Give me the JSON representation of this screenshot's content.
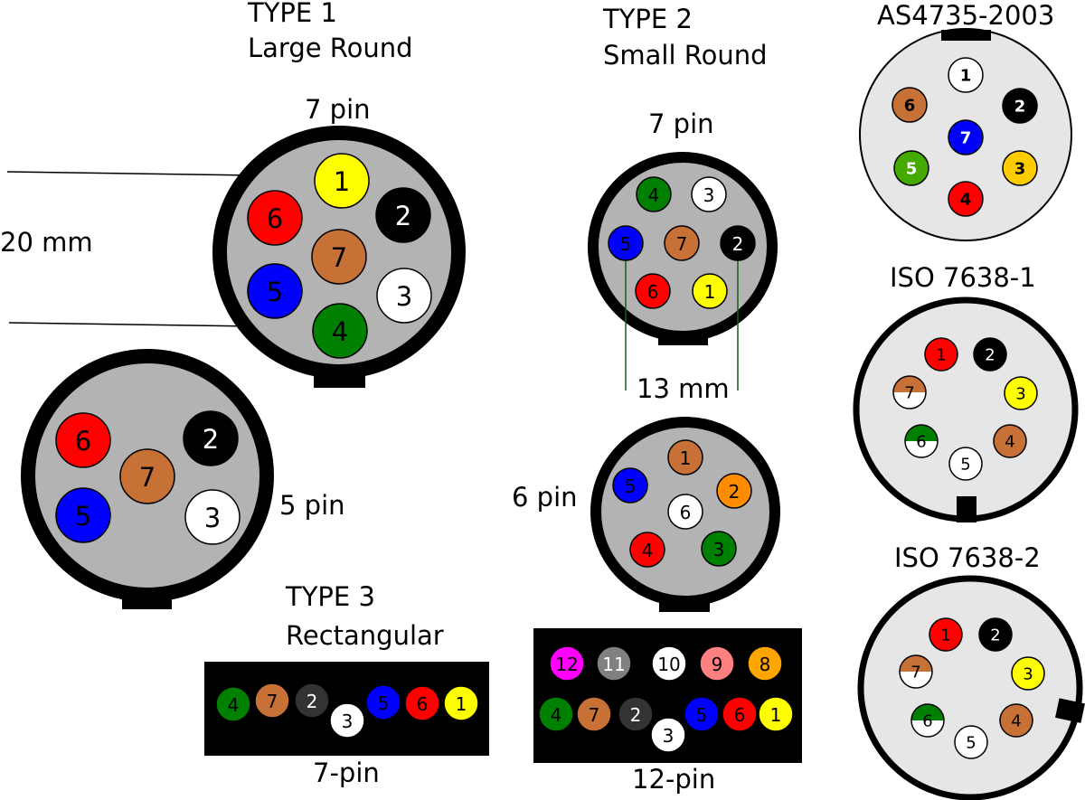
{
  "labels": {
    "type1_title": "TYPE 1",
    "type1_sub": "Large Round",
    "type2_title": "TYPE 2",
    "type2_sub": "Small Round",
    "type3_title": "TYPE 3",
    "type3_sub": "Rectangular",
    "as_title": "AS4735-2003",
    "iso1_title": "ISO 7638-1",
    "iso2_title": "ISO 7638-2",
    "lr7_caption": "7 pin",
    "lr5_caption": "5 pin",
    "sr7_caption": "7 pin",
    "sr6_caption": "6 pin",
    "dim_large": "20 mm",
    "dim_small": "13 mm",
    "rect7_caption": "7-pin",
    "rect12_caption": "12-pin"
  },
  "colors": {
    "yellow": "#ffff00",
    "black": "#000000",
    "white": "#ffffff",
    "red": "#ff0000",
    "blue": "#0000ff",
    "green": "#008000",
    "brown": "#c87137",
    "orange": "#ff8c00",
    "grey": "#808080",
    "darkgrey": "#333333",
    "magenta": "#ff00ff",
    "pink": "#ff8080",
    "amber": "#ffa500",
    "housing_grey": "#b3b3b3",
    "face_light": "#e6e6e6"
  },
  "connectors": {
    "lr7": {
      "pins": [
        {
          "n": "1",
          "color": "yellow"
        },
        {
          "n": "2",
          "color": "black"
        },
        {
          "n": "3",
          "color": "white"
        },
        {
          "n": "4",
          "color": "green"
        },
        {
          "n": "5",
          "color": "blue"
        },
        {
          "n": "6",
          "color": "red"
        },
        {
          "n": "7",
          "color": "brown"
        }
      ]
    },
    "lr5": {
      "pins": [
        {
          "n": "2",
          "color": "black"
        },
        {
          "n": "3",
          "color": "white"
        },
        {
          "n": "5",
          "color": "blue"
        },
        {
          "n": "6",
          "color": "red"
        },
        {
          "n": "7",
          "color": "brown"
        }
      ]
    },
    "sr7": {
      "pins": [
        {
          "n": "1",
          "color": "yellow"
        },
        {
          "n": "2",
          "color": "black"
        },
        {
          "n": "3",
          "color": "white"
        },
        {
          "n": "4",
          "color": "green"
        },
        {
          "n": "5",
          "color": "blue"
        },
        {
          "n": "6",
          "color": "red"
        },
        {
          "n": "7",
          "color": "brown"
        }
      ]
    },
    "sr6": {
      "pins": [
        {
          "n": "1",
          "color": "brown"
        },
        {
          "n": "2",
          "color": "orange"
        },
        {
          "n": "3",
          "color": "green"
        },
        {
          "n": "4",
          "color": "red"
        },
        {
          "n": "5",
          "color": "blue"
        },
        {
          "n": "6",
          "color": "white"
        }
      ]
    },
    "rect7": {
      "pins": [
        {
          "n": "4",
          "color": "green"
        },
        {
          "n": "7",
          "color": "brown"
        },
        {
          "n": "2",
          "color": "darkgrey"
        },
        {
          "n": "3",
          "color": "white"
        },
        {
          "n": "5",
          "color": "blue"
        },
        {
          "n": "6",
          "color": "red"
        },
        {
          "n": "1",
          "color": "yellow"
        }
      ]
    },
    "rect12": {
      "pins": [
        {
          "n": "12",
          "color": "magenta"
        },
        {
          "n": "11",
          "color": "grey"
        },
        {
          "n": "10",
          "color": "white"
        },
        {
          "n": "9",
          "color": "pink"
        },
        {
          "n": "8",
          "color": "amber"
        },
        {
          "n": "4",
          "color": "green"
        },
        {
          "n": "7",
          "color": "brown"
        },
        {
          "n": "2",
          "color": "darkgrey"
        },
        {
          "n": "3",
          "color": "white"
        },
        {
          "n": "5",
          "color": "blue"
        },
        {
          "n": "6",
          "color": "red"
        },
        {
          "n": "1",
          "color": "yellow"
        }
      ]
    },
    "as": {
      "pins": [
        {
          "n": "1",
          "color": "white"
        },
        {
          "n": "2",
          "color": "black"
        },
        {
          "n": "3",
          "color": "#ffcc00"
        },
        {
          "n": "4",
          "color": "red"
        },
        {
          "n": "5",
          "color": "#44aa00"
        },
        {
          "n": "6",
          "color": "brown"
        },
        {
          "n": "7",
          "color": "blue"
        }
      ]
    },
    "iso1": {
      "pins": [
        {
          "n": "1",
          "color": "red"
        },
        {
          "n": "2",
          "color": "black"
        },
        {
          "n": "3",
          "color": "yellow"
        },
        {
          "n": "4",
          "color": "brown"
        },
        {
          "n": "5",
          "color": "white"
        },
        {
          "n": "6",
          "color": "green",
          "split": "white"
        },
        {
          "n": "7",
          "color": "brown",
          "split": "white"
        }
      ]
    },
    "iso2": {
      "pins": [
        {
          "n": "1",
          "color": "red"
        },
        {
          "n": "2",
          "color": "black"
        },
        {
          "n": "3",
          "color": "yellow"
        },
        {
          "n": "4",
          "color": "brown"
        },
        {
          "n": "5",
          "color": "white"
        },
        {
          "n": "6",
          "color": "green",
          "split": "white"
        },
        {
          "n": "7",
          "color": "brown",
          "split": "white"
        }
      ]
    }
  }
}
